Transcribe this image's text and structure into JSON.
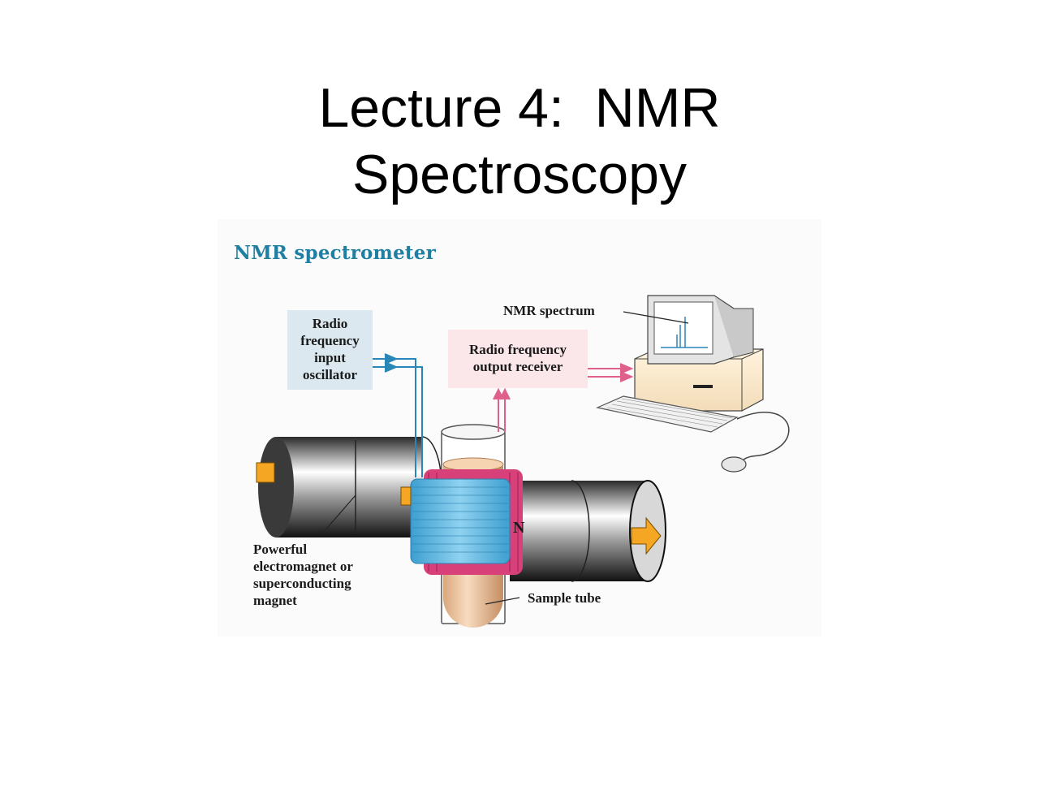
{
  "slide": {
    "title_line1": "Lecture 4:  NMR",
    "title_line2": "Spectroscopy"
  },
  "figure": {
    "title": "NMR spectrometer",
    "labels": {
      "oscillator": [
        "Radio",
        "frequency",
        "input",
        "oscillator"
      ],
      "receiver": [
        "Radio frequency",
        "output receiver"
      ],
      "spectrum": "NMR spectrum",
      "magnet": [
        "Powerful",
        "electromagnet or",
        "superconducting",
        "magnet"
      ],
      "sample_tube": "Sample tube",
      "north_pole": "N"
    },
    "colors": {
      "title_blue": "#1f7fa3",
      "oscillator_box": "#dbe8ef",
      "receiver_box": "#fbe6ea",
      "input_wire": "#2b86b8",
      "output_wire": "#e0608c",
      "coil_blue": "#5ab4df",
      "coil_pink": "#d8407a",
      "sample_fill": "#f0c7a0",
      "arrow_orange": "#f5a623"
    }
  }
}
